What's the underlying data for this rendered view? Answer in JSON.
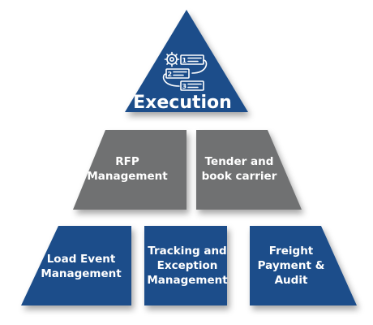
{
  "colors": {
    "blue": "#1d4e8a",
    "gray": "#6f7172",
    "white": "#ffffff"
  },
  "diagram": {
    "top": {
      "title": "Execution",
      "icon": "process-steps-icon"
    },
    "middle": [
      {
        "lines": [
          "RFP",
          "Management"
        ]
      },
      {
        "lines": [
          "Tender and",
          "book carrier"
        ]
      }
    ],
    "bottom": [
      {
        "lines": [
          "Load Event",
          "Management"
        ]
      },
      {
        "lines": [
          "Tracking and",
          "Exception",
          "Management"
        ]
      },
      {
        "lines": [
          "Freight",
          "Payment &",
          "Audit"
        ]
      }
    ]
  }
}
